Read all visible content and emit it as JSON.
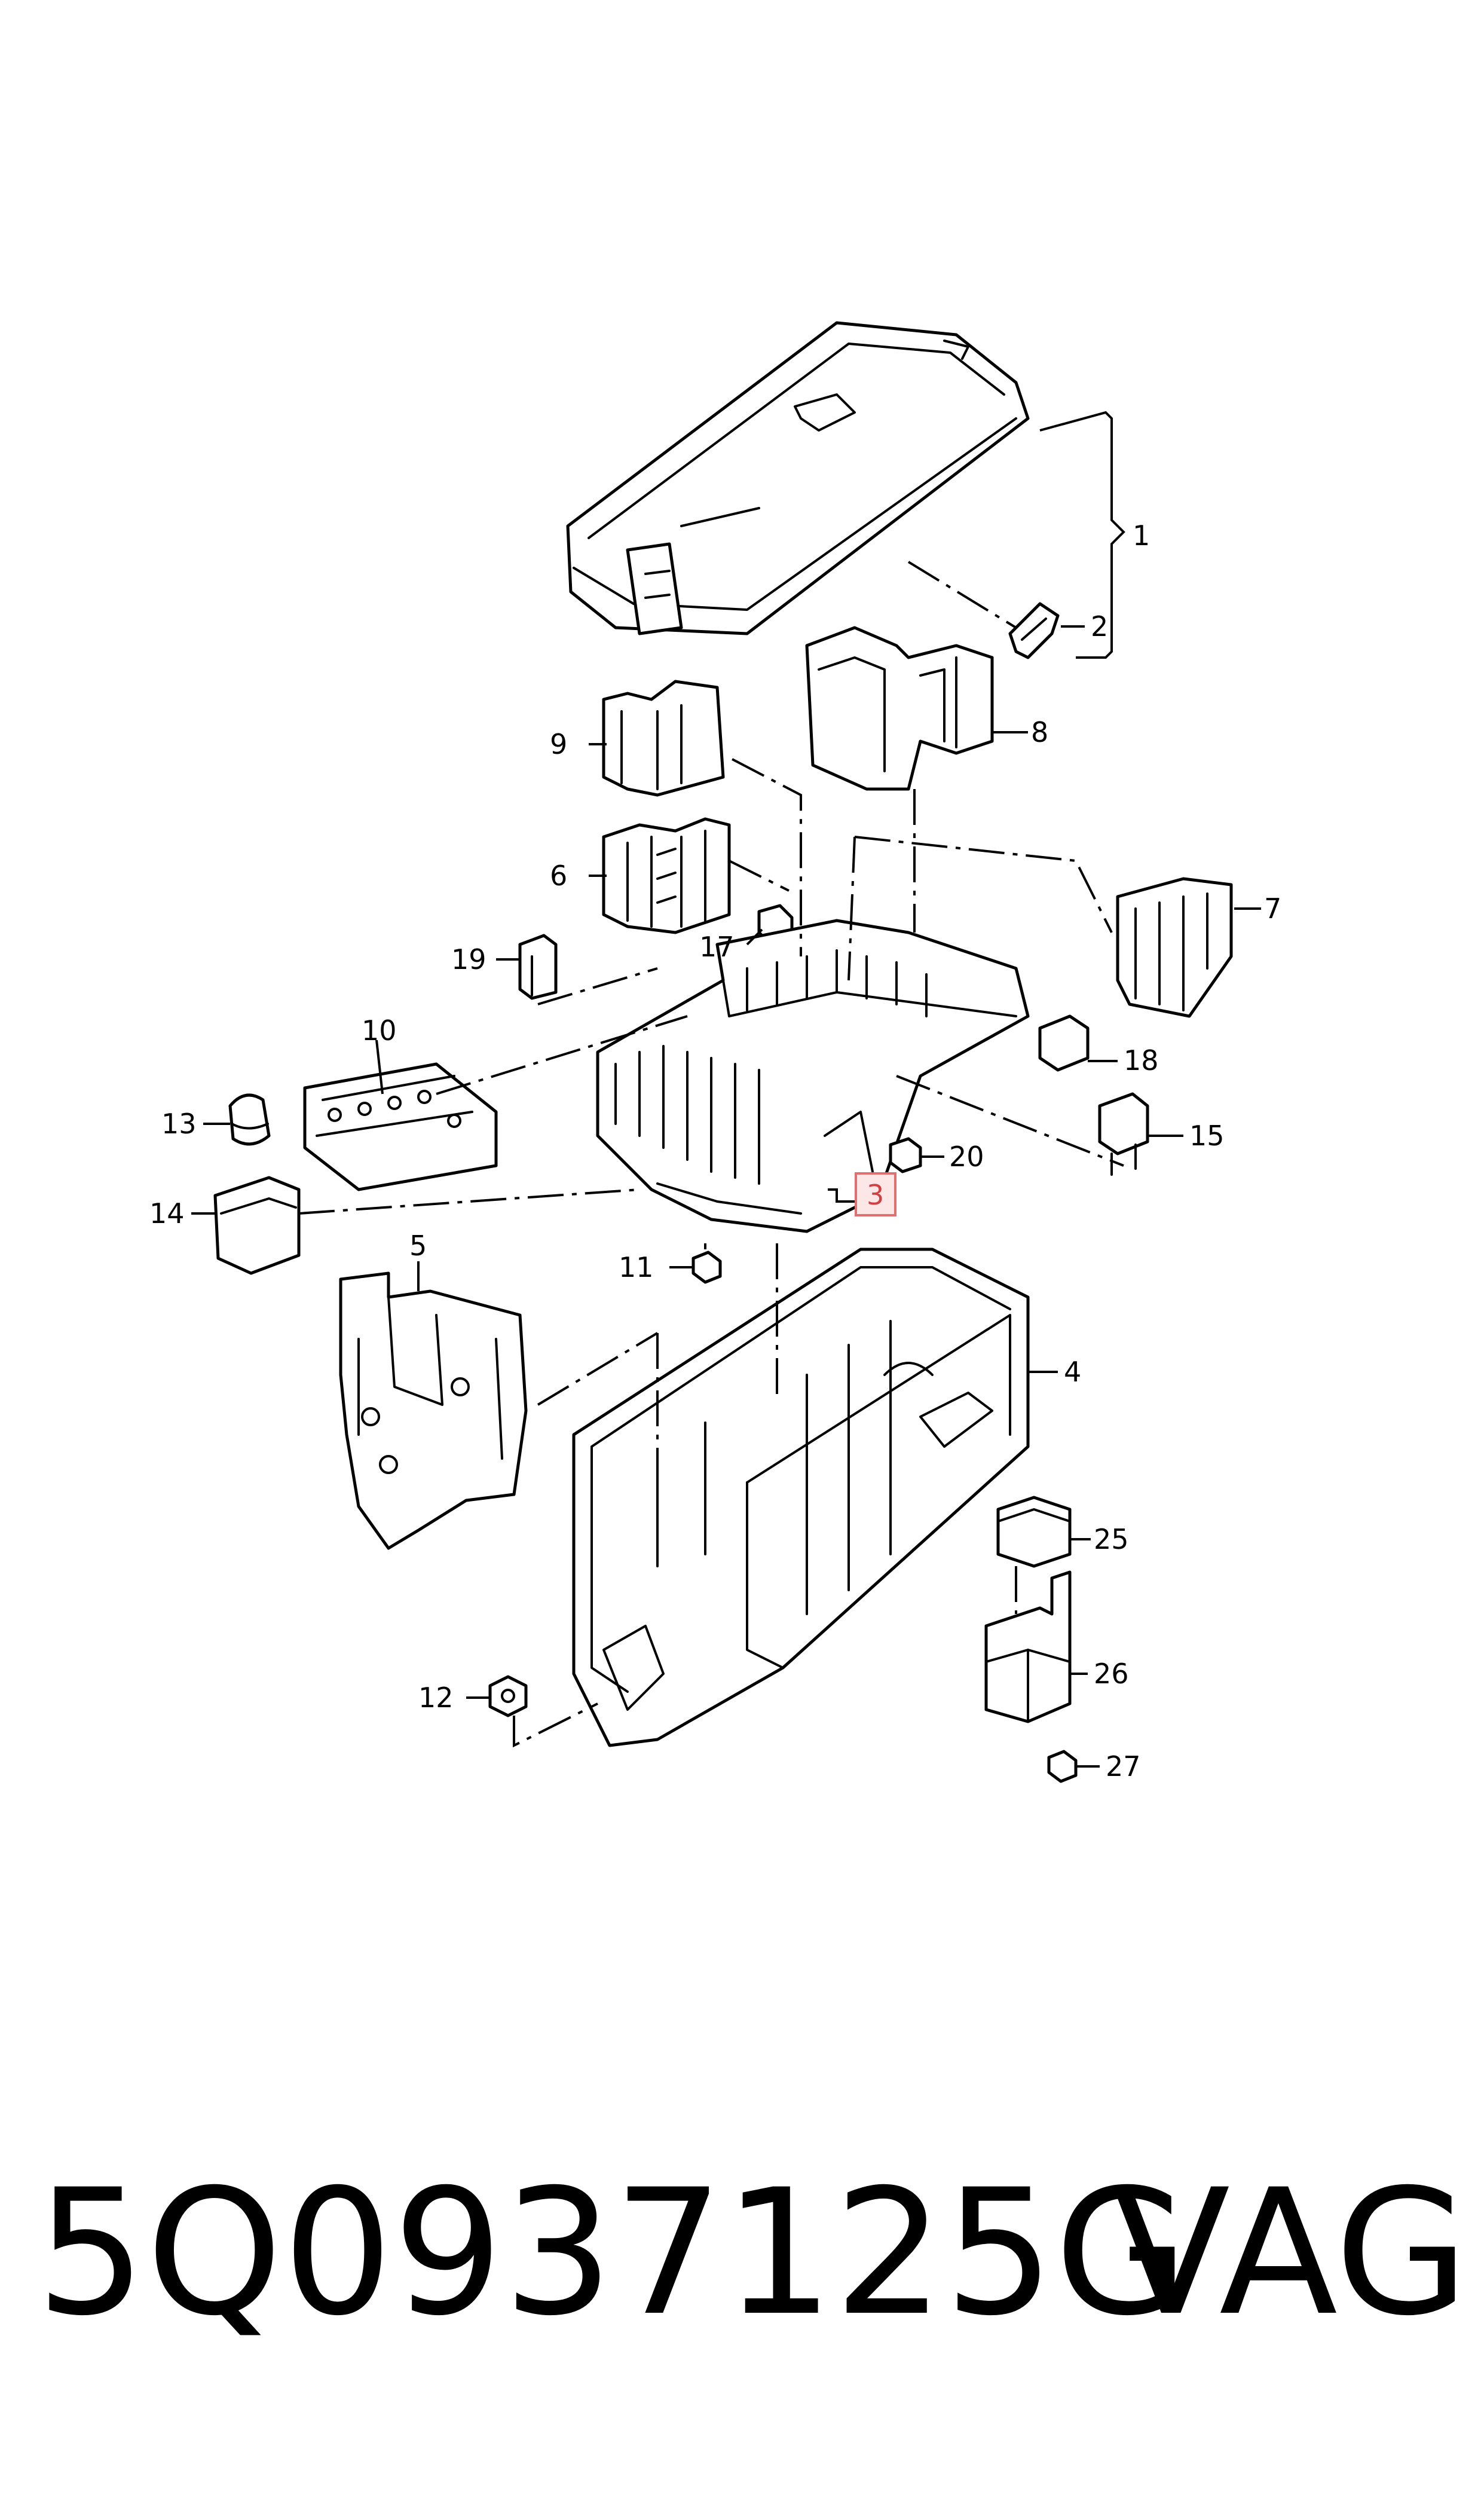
{
  "callouts": {
    "c1": "1",
    "c2": "2",
    "c3": "3",
    "c4": "4",
    "c5": "5",
    "c6": "6",
    "c7": "7",
    "c8": "8",
    "c9": "9",
    "c10": "10",
    "c11": "11",
    "c12": "12",
    "c13": "13",
    "c14": "14",
    "c15": "15",
    "c17": "17",
    "c18": "18",
    "c19": "19",
    "c20": "20",
    "c25": "25",
    "c26": "26",
    "c27": "27"
  },
  "highlighted_callout": "3",
  "footer": {
    "part_number": "5Q0937125G",
    "brand": "VAG"
  }
}
